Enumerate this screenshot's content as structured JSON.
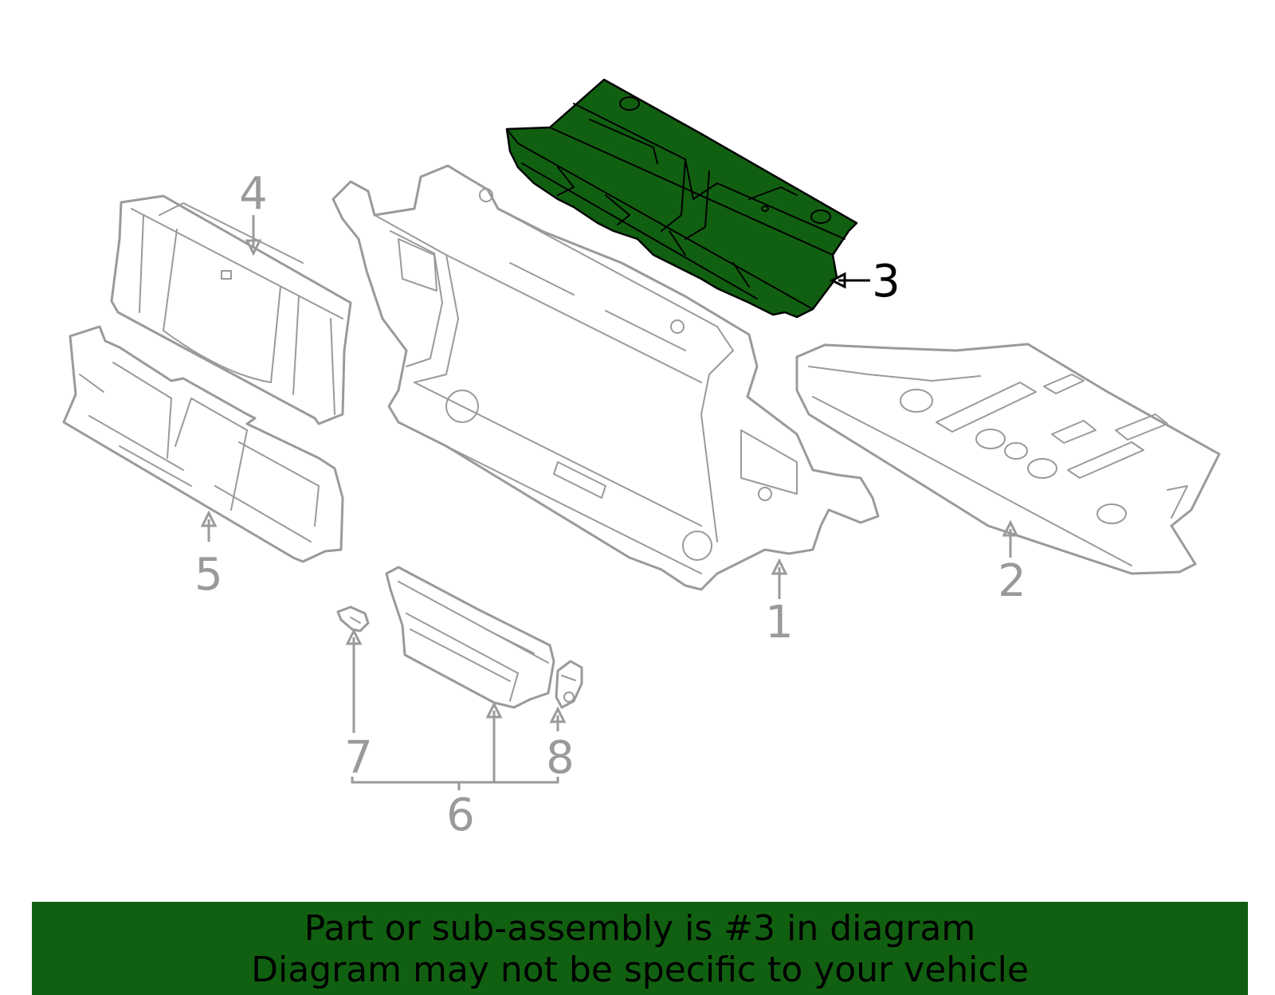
{
  "diagram": {
    "callouts": [
      "1",
      "2",
      "3",
      "4",
      "5",
      "6",
      "7",
      "8"
    ],
    "highlighted_callout": "3",
    "colors": {
      "highlight": "#116011",
      "part_outline": "#9a9a9a",
      "banner": "#116011"
    }
  },
  "banner": {
    "line1": "Part or sub-assembly is #3 in diagram",
    "line2": "Diagram may not be specific to your vehicle"
  }
}
